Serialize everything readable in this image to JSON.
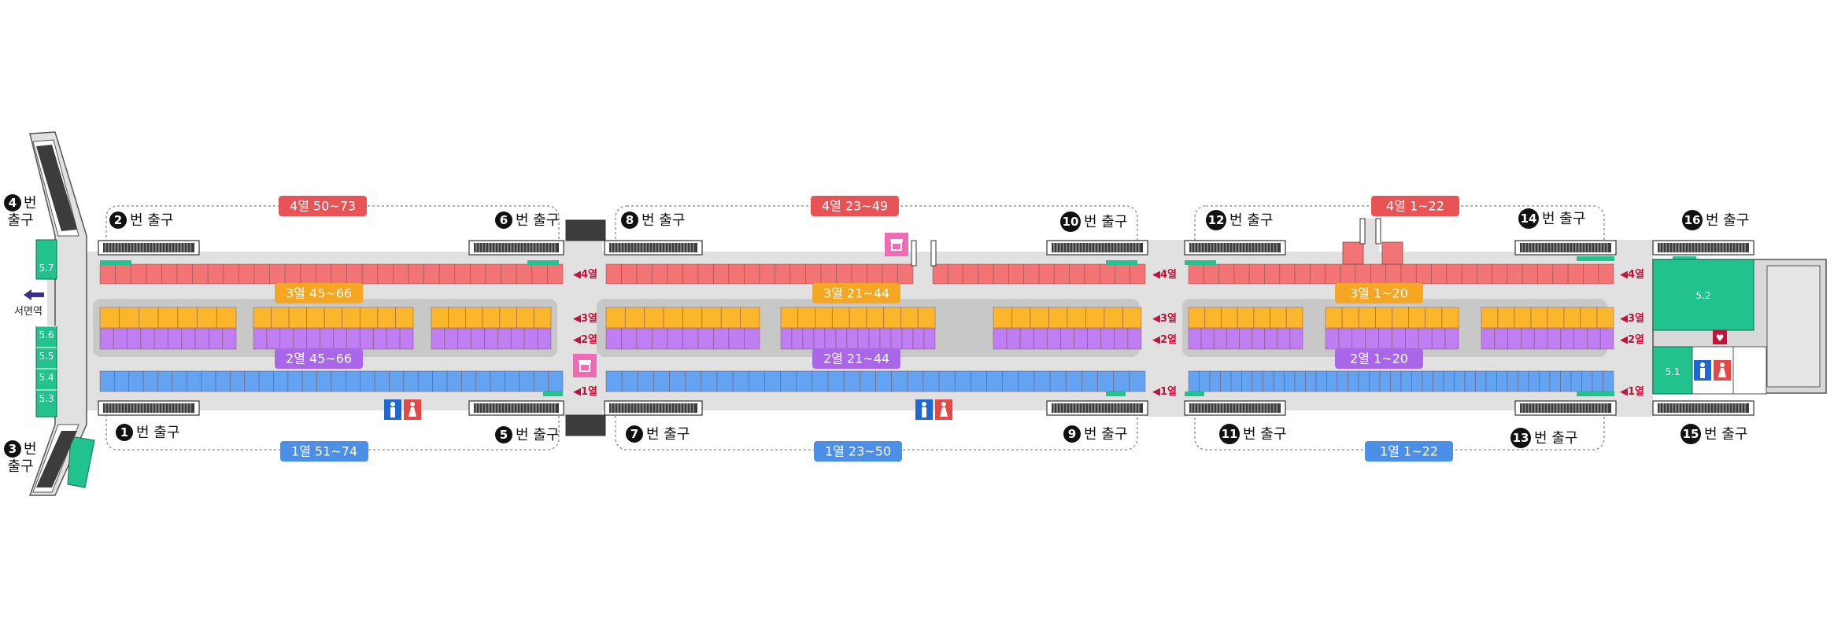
{
  "colors": {
    "row4": "#f27474",
    "row3": "#fbb62b",
    "row2": "#bf7ff2",
    "row1": "#63a3f2",
    "teal": "#22c28e",
    "corridor": "#e1e1e1",
    "platform": "#c8c8c8",
    "badge_red": "#e95356",
    "badge_orange": "#f5a623",
    "badge_purple": "#a966e8",
    "badge_blue": "#4b8fe6",
    "arrow_red": "#c4123a",
    "pink": "#f06bb5"
  },
  "badges": [
    {
      "id": "r4-a",
      "text": "4열 50~73",
      "color": "badge_red"
    },
    {
      "id": "r4-b",
      "text": "4열 23~49",
      "color": "badge_red"
    },
    {
      "id": "r4-c",
      "text": "4열 1~22",
      "color": "badge_red"
    },
    {
      "id": "r3-a",
      "text": "3열 45~66",
      "color": "badge_orange"
    },
    {
      "id": "r3-b",
      "text": "3열 21~44",
      "color": "badge_orange"
    },
    {
      "id": "r3-c",
      "text": "3열 1~20",
      "color": "badge_orange"
    },
    {
      "id": "r2-a",
      "text": "2열 45~66",
      "color": "badge_purple"
    },
    {
      "id": "r2-b",
      "text": "2열 21~44",
      "color": "badge_purple"
    },
    {
      "id": "r2-c",
      "text": "2열 1~20",
      "color": "badge_purple"
    },
    {
      "id": "r1-a",
      "text": "1열 51~74",
      "color": "badge_blue"
    },
    {
      "id": "r1-b",
      "text": "1열 23~50",
      "color": "badge_blue"
    },
    {
      "id": "r1-c",
      "text": "1열 1~22",
      "color": "badge_blue"
    }
  ],
  "exits": [
    {
      "num": "2",
      "label": "번 출구"
    },
    {
      "num": "6",
      "label": "번 출구"
    },
    {
      "num": "8",
      "label": "번 출구"
    },
    {
      "num": "10",
      "label": "번 출구"
    },
    {
      "num": "12",
      "label": "번 출구"
    },
    {
      "num": "14",
      "label": "번 출구"
    },
    {
      "num": "16",
      "label": "번 출구"
    },
    {
      "num": "1",
      "label": "번 출구"
    },
    {
      "num": "5",
      "label": "번 출구"
    },
    {
      "num": "7",
      "label": "번 출구"
    },
    {
      "num": "9",
      "label": "번 출구"
    },
    {
      "num": "11",
      "label": "번 출구"
    },
    {
      "num": "13",
      "label": "번 출구"
    },
    {
      "num": "15",
      "label": "번 출구"
    }
  ],
  "side_exits": [
    {
      "num": "4",
      "line1": "번",
      "line2": "출구"
    },
    {
      "num": "3",
      "line1": "번",
      "line2": "출구"
    }
  ],
  "row_markers": [
    "◀4열",
    "◀3열",
    "◀2열",
    "◀1열"
  ],
  "station": {
    "name": "서면역"
  },
  "left_stairs": [
    "5.7",
    "5.6",
    "5.5",
    "5.4",
    "5.3"
  ],
  "rooms": [
    "5.2",
    "5.1"
  ]
}
